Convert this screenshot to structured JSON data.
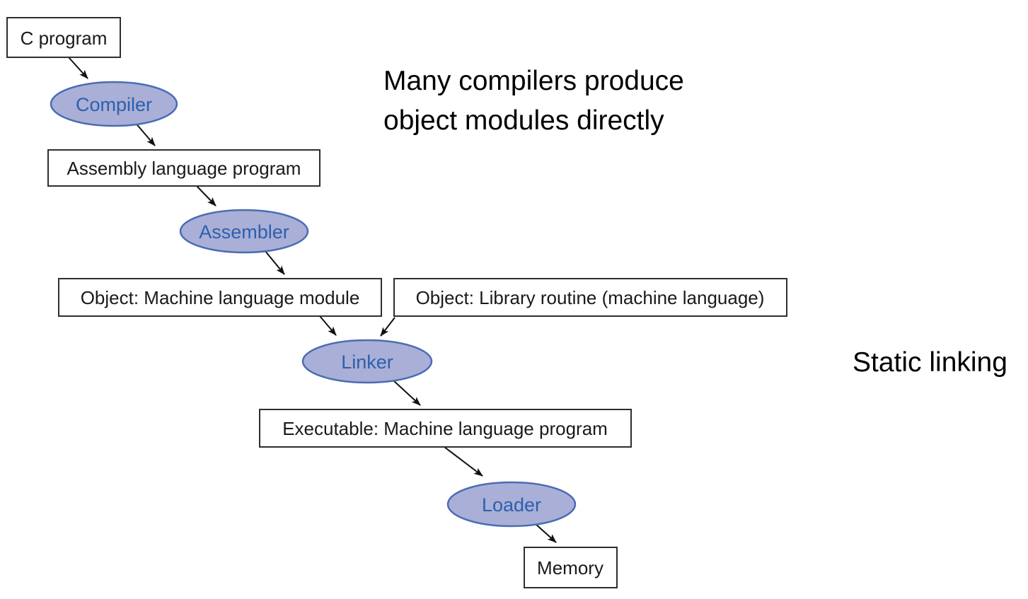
{
  "diagram": {
    "background": "#ffffff",
    "colors": {
      "box_fill": "#ffffff",
      "box_border": "#2e2e2e",
      "box_text": "#1a1a1a",
      "ellipse_fill": "#a9afd6",
      "ellipse_border": "#4a6cb3",
      "ellipse_text": "#2e5fae",
      "arrow": "#111111",
      "annotation_text": "#000000"
    },
    "nodes": {
      "c_program": "C program",
      "compiler": "Compiler",
      "assembly": "Assembly language program",
      "assembler": "Assembler",
      "object_module": "Object: Machine language module",
      "library_routine": "Object: Library routine (machine language)",
      "linker": "Linker",
      "executable": "Executable: Machine language program",
      "loader": "Loader",
      "memory": "Memory"
    },
    "annotations": {
      "compilers_note_line1": "Many compilers produce",
      "compilers_note_line2": "object modules directly",
      "static_linking": "Static linking"
    },
    "edges": [
      {
        "from": "c_program",
        "to": "compiler"
      },
      {
        "from": "compiler",
        "to": "assembly"
      },
      {
        "from": "assembly",
        "to": "assembler"
      },
      {
        "from": "assembler",
        "to": "object_module"
      },
      {
        "from": "object_module",
        "to": "linker"
      },
      {
        "from": "library_routine",
        "to": "linker"
      },
      {
        "from": "linker",
        "to": "executable"
      },
      {
        "from": "executable",
        "to": "loader"
      },
      {
        "from": "loader",
        "to": "memory"
      }
    ]
  }
}
